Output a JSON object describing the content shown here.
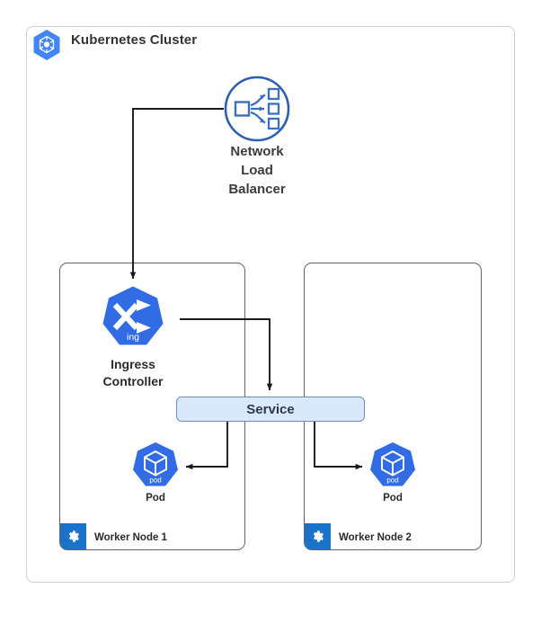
{
  "diagram": {
    "title": "Kubernetes Cluster",
    "logo_icon": "kubernetes-hexagon-icon"
  },
  "load_balancer": {
    "label_line_1": "Network",
    "label_line_2": "Load",
    "label_line_3": "Balancer",
    "icon": "network-load-balancer-icon"
  },
  "ingress": {
    "label_line_1": "Ingress",
    "label_line_2": "Controller",
    "badge_text": "ing",
    "icon": "ingress-controller-icon"
  },
  "service": {
    "label": "Service"
  },
  "nodes": [
    {
      "label": "Worker Node 1",
      "icon": "gear-icon",
      "pod": {
        "label": "Pod",
        "badge_text": "pod",
        "icon": "pod-icon"
      }
    },
    {
      "label": "Worker Node 2",
      "icon": "gear-icon",
      "pod": {
        "label": "Pod",
        "badge_text": "pod",
        "icon": "pod-icon"
      }
    }
  ],
  "colors": {
    "kubernetes_blue": "#326ce5",
    "icon_blue": "#2f6fd0",
    "nlb_stroke": "#2e5fac",
    "service_fill": "#dae8fc",
    "service_stroke": "#6c8ebf",
    "node_stroke": "#5b6770",
    "cluster_stroke": "#cfcfcf",
    "badge_blue": "#1a73c8",
    "connector": "#1a1a1a"
  }
}
